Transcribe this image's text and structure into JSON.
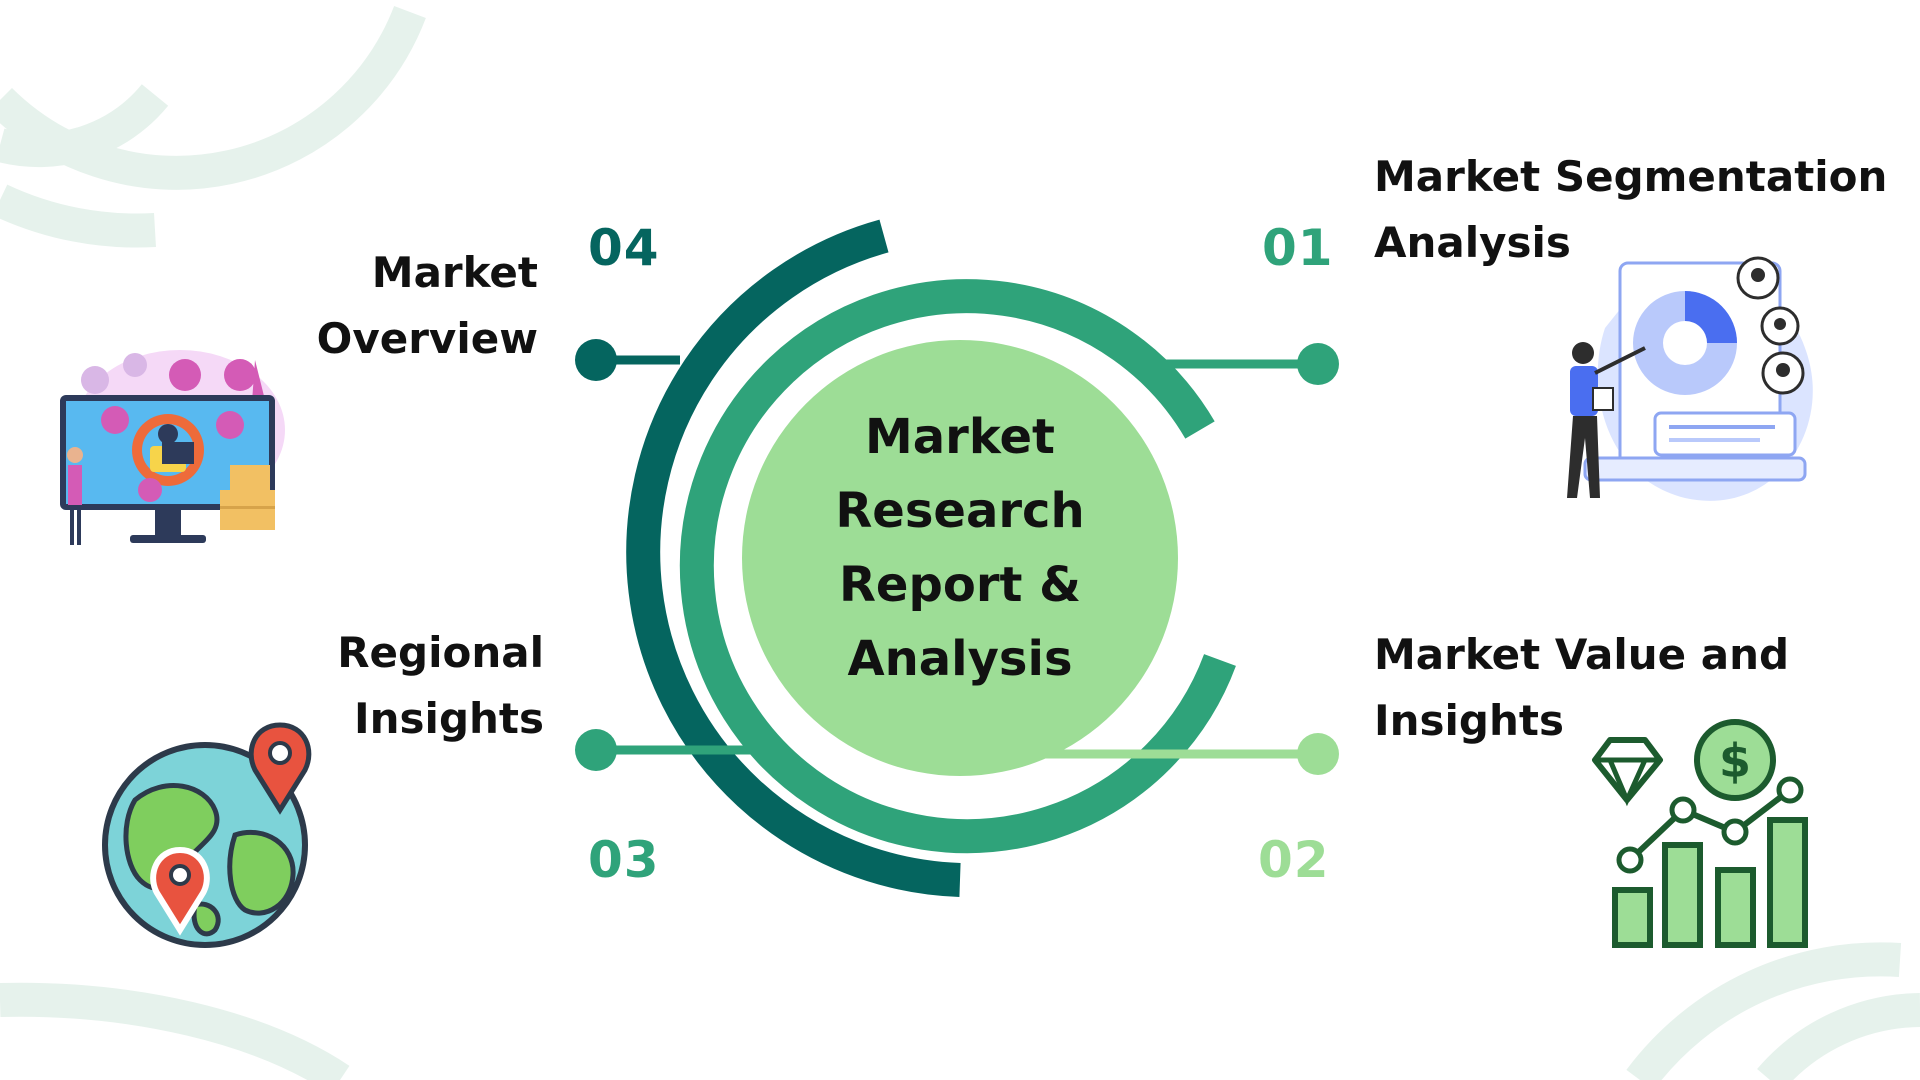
{
  "center": {
    "lines": [
      "Market",
      "Research",
      "Report &",
      "Analysis"
    ]
  },
  "items": [
    {
      "number": "01",
      "line1": "Market Segmentation",
      "line2": "Analysis",
      "icon": "analytics-presentation-icon"
    },
    {
      "number": "02",
      "line1": "Market Value and",
      "line2": "Insights",
      "icon": "growth-chart-dollar-icon"
    },
    {
      "number": "03",
      "line1": "Regional",
      "line2": "Insights",
      "icon": "globe-location-icon"
    },
    {
      "number": "04",
      "line1": "Market",
      "line2": "Overview",
      "icon": "market-monitor-icon"
    }
  ],
  "colors": {
    "dark_teal": "#05655f",
    "mid_green": "#2fa37a",
    "light_green": "#9ddd96",
    "decor_mint": "#e6f2ec",
    "text": "#111111"
  }
}
